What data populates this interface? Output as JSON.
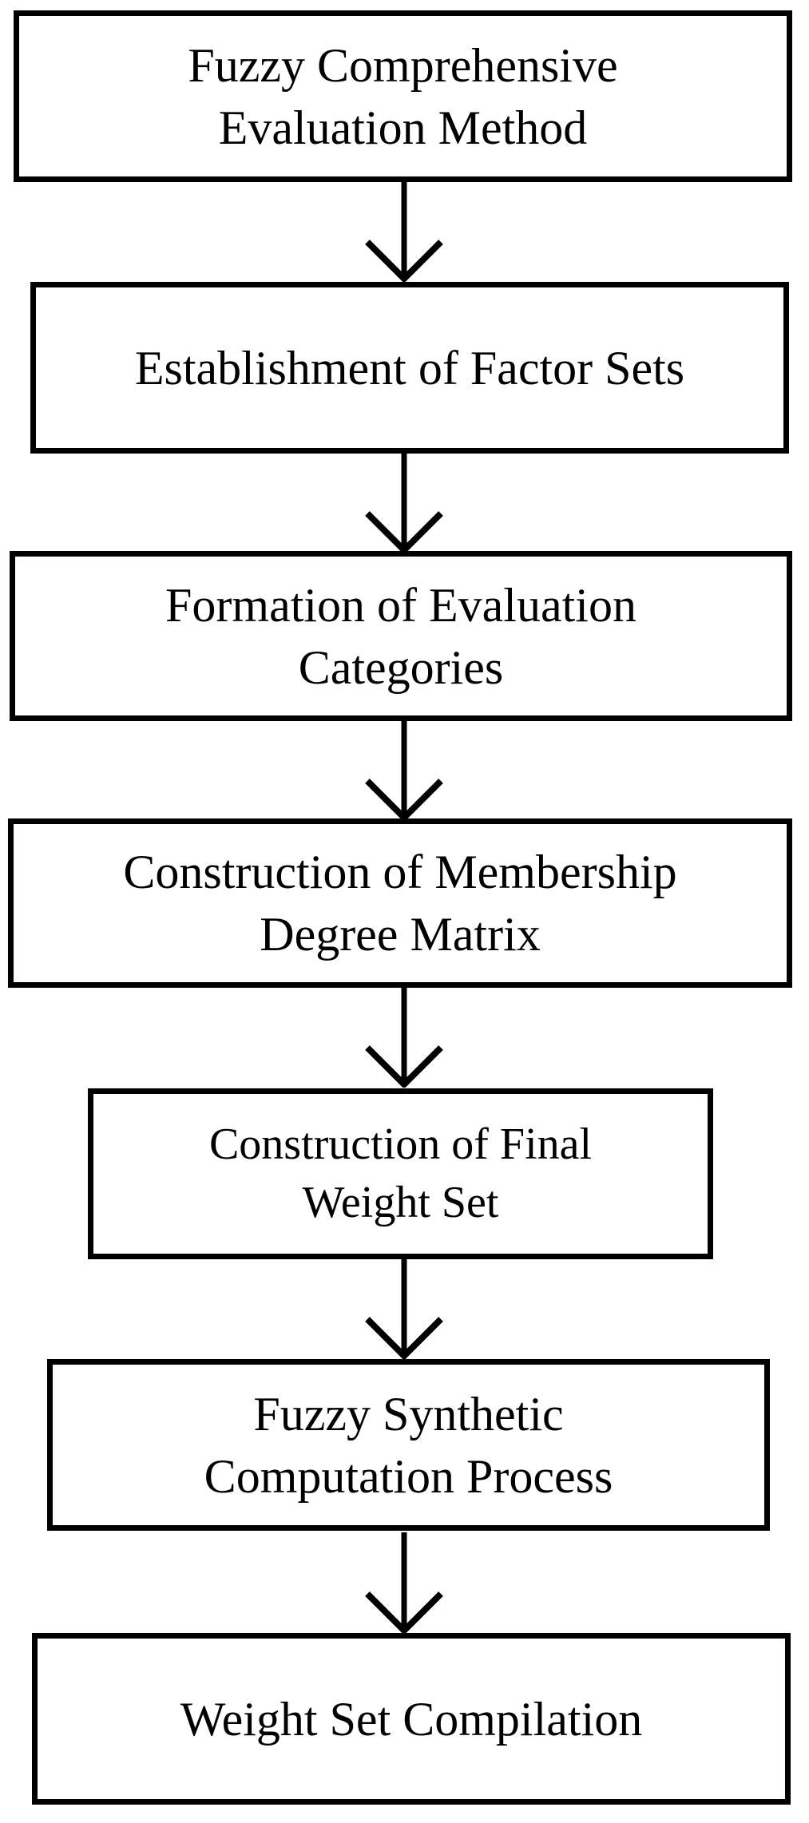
{
  "diagram": {
    "background_color": "#ffffff",
    "line_color": "#000000",
    "connector_style": "open-v-down-arrow",
    "connector_count": 6,
    "boxes": [
      {
        "id": "fuzzy-comprehensive-evaluation-method",
        "label": "Fuzzy Comprehensive Evaluation Method",
        "lines": [
          "Fuzzy Comprehensive",
          "Evaluation Method"
        ]
      },
      {
        "id": "establishment-of-factor-sets",
        "label": "Establishment of Factor Sets",
        "lines": [
          "Establishment of Factor Sets"
        ]
      },
      {
        "id": "formation-of-evaluation-categories",
        "label": "Formation of Evaluation Categories",
        "lines": [
          "Formation of Evaluation",
          "Categories"
        ]
      },
      {
        "id": "construction-of-membership-degree-matrix",
        "label": "Construction of Membership Degree Matrix",
        "lines": [
          "Construction of Membership",
          "Degree Matrix"
        ]
      },
      {
        "id": "construction-of-final-weight-set",
        "label": "Construction of Final Weight Set",
        "lines": [
          "Construction of Final",
          "Weight Set"
        ]
      },
      {
        "id": "fuzzy-synthetic-computation-process",
        "label": "Fuzzy Synthetic Computation Process",
        "lines": [
          "Fuzzy Synthetic",
          "Computation Process"
        ]
      },
      {
        "id": "weight-set-compilation",
        "label": "Weight Set Compilation",
        "lines": [
          "Weight Set Compilation"
        ]
      }
    ]
  }
}
